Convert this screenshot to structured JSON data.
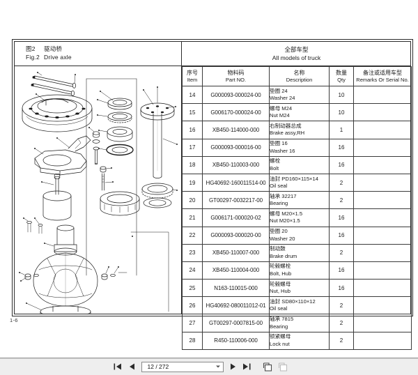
{
  "document": {
    "title_block": {
      "figure_cn_num": "图2",
      "figure_cn_name": "驱动桥",
      "figure_en_num": "Fig.2",
      "figure_en_name": "Drive axle",
      "models_cn": "全部车型",
      "models_en": "All models of truck"
    },
    "folio": "1-6",
    "table": {
      "headers": [
        {
          "cn": "序号",
          "en": "Item"
        },
        {
          "cn": "物料码",
          "en": "Part NO."
        },
        {
          "cn": "名称",
          "en": "Description"
        },
        {
          "cn": "数量",
          "en": "Qty"
        },
        {
          "cn": "备注或适用车型",
          "en": "Remarks Or Serial No."
        }
      ],
      "rows": [
        {
          "item": "14",
          "part_no": "G000093-000024-00",
          "desc_cn": "垫圈  24",
          "desc_en": "Washer 24",
          "qty": "10",
          "remarks": ""
        },
        {
          "item": "15",
          "part_no": "G006170-000024-00",
          "desc_cn": "螺母 M24",
          "desc_en": "Nut M24",
          "qty": "10",
          "remarks": ""
        },
        {
          "item": "16",
          "part_no": "XB450-114000-000",
          "desc_cn": "右制动器总成",
          "desc_en": "Brake assy,RH",
          "qty": "1",
          "remarks": ""
        },
        {
          "item": "17",
          "part_no": "G000093-000016-00",
          "desc_cn": "垫圈 16",
          "desc_en": "Washer 16",
          "qty": "16",
          "remarks": ""
        },
        {
          "item": "18",
          "part_no": "XB450-110003-000",
          "desc_cn": "螺栓",
          "desc_en": "Bolt",
          "qty": "16",
          "remarks": ""
        },
        {
          "item": "19",
          "part_no": "HG40692-160011514-00",
          "desc_cn": "油封 PD160×115×14",
          "desc_en": "Oil seal",
          "qty": "2",
          "remarks": ""
        },
        {
          "item": "20",
          "part_no": "GT00297-0032217-00",
          "desc_cn": "轴承 32217",
          "desc_en": "Bearing",
          "qty": "2",
          "remarks": ""
        },
        {
          "item": "21",
          "part_no": "G006171-000020-02",
          "desc_cn": "螺母 M20×1.5",
          "desc_en": "Nut M20×1.5",
          "qty": "16",
          "remarks": ""
        },
        {
          "item": "22",
          "part_no": "G000093-000020-00",
          "desc_cn": "垫圈  20",
          "desc_en": "Washer 20",
          "qty": "16",
          "remarks": ""
        },
        {
          "item": "23",
          "part_no": "XB450-110007-000",
          "desc_cn": "制动鼓",
          "desc_en": "Brake drum",
          "qty": "2",
          "remarks": ""
        },
        {
          "item": "24",
          "part_no": "XB450-110004-000",
          "desc_cn": "轮毂螺栓",
          "desc_en": "Bolt, Hub",
          "qty": "16",
          "remarks": ""
        },
        {
          "item": "25",
          "part_no": "N163-110015-000",
          "desc_cn": "轮毂螺母",
          "desc_en": "Nut, Hub",
          "qty": "16",
          "remarks": ""
        },
        {
          "item": "26",
          "part_no": "HG40692-080011012-01",
          "desc_cn": "油封 SD80×110×12",
          "desc_en": "Oil seal",
          "qty": "2",
          "remarks": ""
        },
        {
          "item": "27",
          "part_no": "GT00297-0007815-00",
          "desc_cn": "轴承 7815",
          "desc_en": "Bearing",
          "qty": "2",
          "remarks": ""
        },
        {
          "item": "28",
          "part_no": "R450-110006-000",
          "desc_cn": "锁紧螺母",
          "desc_en": "Lock nut",
          "qty": "2",
          "remarks": ""
        }
      ]
    }
  },
  "toolbar": {
    "first_page_label": "first-page",
    "prev_page_label": "previous-page",
    "page_value": "12 / 272",
    "next_page_label": "next-page",
    "last_page_label": "last-page",
    "single_page_view_label": "single-page-view",
    "facing_page_view_label": "facing-page-view"
  }
}
